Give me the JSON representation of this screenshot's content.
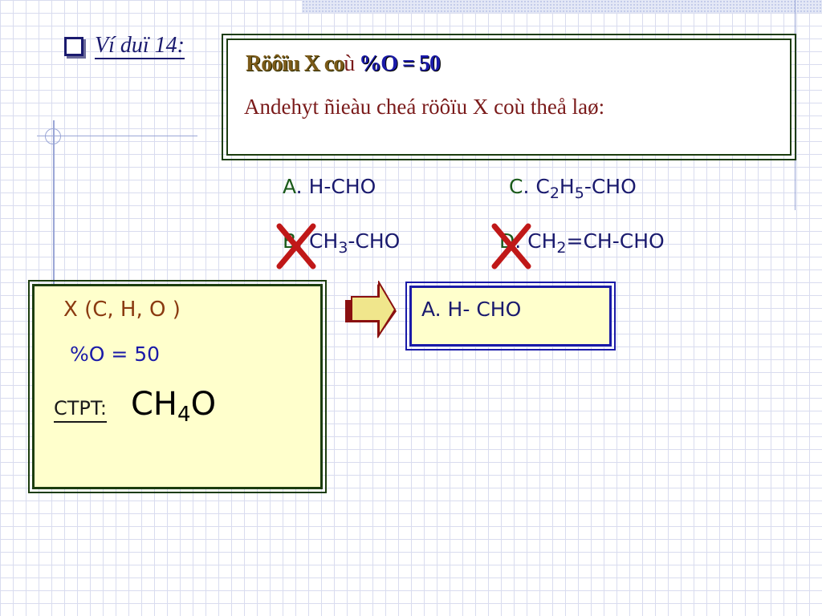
{
  "heading": {
    "label": "Ví duï 14:"
  },
  "question": {
    "line1_part1": "Röôïu X  co",
    "line1_part2": "ù ",
    "line1_part3": "%O = 50",
    "line2": "Andehyt ñieàu cheá röôïu X coù theå laø:"
  },
  "options": {
    "a": {
      "letter": "A",
      "rest": ". H-CHO"
    },
    "b": {
      "letter": "B",
      "p1": ". CH",
      "sub": "3",
      "p2": "-CHO"
    },
    "c": {
      "letter": "C",
      "p1": ". C",
      "sub1": "2",
      "p2": "H",
      "sub2": "5",
      "p3": "-CHO"
    },
    "d": {
      "letter": "D",
      "p1": ". CH",
      "sub": "2",
      "p2": "=CH-CHO"
    }
  },
  "solution": {
    "line1": "X (C, H, O )",
    "line2": "%O = 50",
    "ctpt_label": "CTPT:",
    "formula_p1": "CH",
    "formula_sub": "4",
    "formula_p2": "O"
  },
  "answer": {
    "label": "A. H- CHO"
  },
  "icons": {
    "cross": "x-cross-icon",
    "arrow": "right-arrow-icon",
    "bullet": "square-bullet-icon"
  },
  "colors": {
    "grid": "#d9dcef",
    "navy": "#1a1a6e",
    "dark_red": "#7a1a1a",
    "green_border": "#1c3d0e",
    "box_fill": "#ffffcc",
    "cross_red": "#c01818",
    "arrow_fill": "#f0e68c",
    "arrow_shadow": "#8a1010"
  }
}
